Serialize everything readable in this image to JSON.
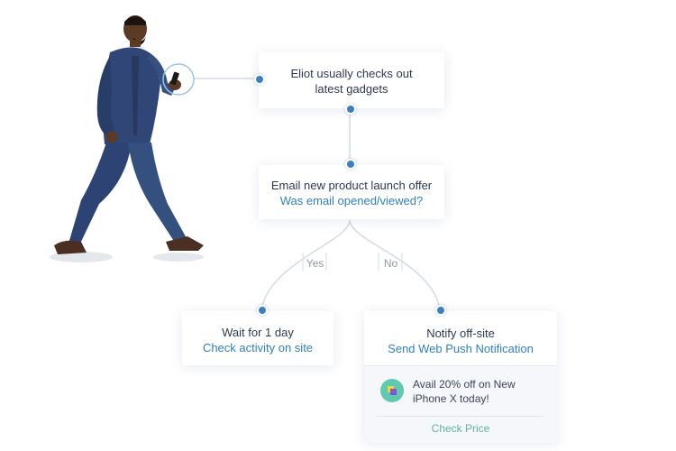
{
  "flow": {
    "trigger": {
      "text": "Eliot usually checks out latest gadgets"
    },
    "email_step": {
      "action": "Email new product launch offer",
      "condition": "Was email opened/viewed?"
    },
    "branches": {
      "yes_label": "Yes",
      "no_label": "No"
    },
    "wait_step": {
      "action": "Wait for 1 day",
      "followup": "Check activity on site"
    },
    "notify_step": {
      "action": "Notify off-site",
      "channel": "Send Web Push Notification"
    },
    "push_notification": {
      "message": "Avail 20% off on New iPhone X today!",
      "cta": "Check Price"
    }
  },
  "colors": {
    "accent_blue": "#3d7fc1",
    "link_blue": "#2f7fc2",
    "title_text": "#2d3a4f",
    "connector": "#d4dbe4",
    "notification_green": "#5fcab0",
    "suit_navy": "#2f4677"
  },
  "icons": {
    "person": "walking-man-with-phone-illustration",
    "notification": "app-logo-icon"
  }
}
